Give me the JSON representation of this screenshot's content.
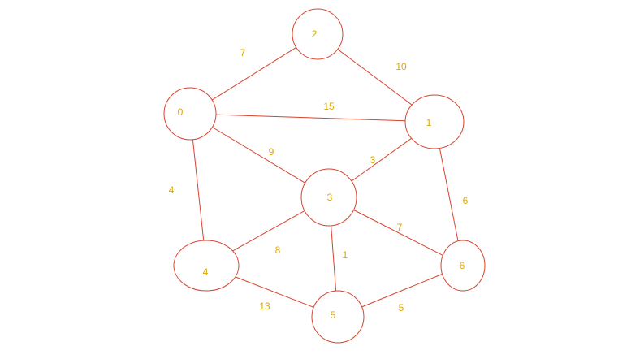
{
  "graph": {
    "colors": {
      "line": "#d9432f",
      "label": "#e0a800",
      "background": "#ffffff"
    },
    "nodes": [
      {
        "id": "0",
        "label": "0"
      },
      {
        "id": "1",
        "label": "1"
      },
      {
        "id": "2",
        "label": "2"
      },
      {
        "id": "3",
        "label": "3"
      },
      {
        "id": "4",
        "label": "4"
      },
      {
        "id": "5",
        "label": "5"
      },
      {
        "id": "6",
        "label": "6"
      }
    ],
    "edges": [
      {
        "from": "0",
        "to": "2",
        "weight": "7"
      },
      {
        "from": "2",
        "to": "1",
        "weight": "10"
      },
      {
        "from": "0",
        "to": "1",
        "weight": "15"
      },
      {
        "from": "0",
        "to": "3",
        "weight": "9"
      },
      {
        "from": "1",
        "to": "3",
        "weight": "3"
      },
      {
        "from": "0",
        "to": "4",
        "weight": "4"
      },
      {
        "from": "1",
        "to": "6",
        "weight": "6"
      },
      {
        "from": "3",
        "to": "4",
        "weight": "8"
      },
      {
        "from": "3",
        "to": "5",
        "weight": "1"
      },
      {
        "from": "3",
        "to": "6",
        "weight": "7"
      },
      {
        "from": "4",
        "to": "5",
        "weight": "13"
      },
      {
        "from": "5",
        "to": "6",
        "weight": "5"
      }
    ]
  }
}
